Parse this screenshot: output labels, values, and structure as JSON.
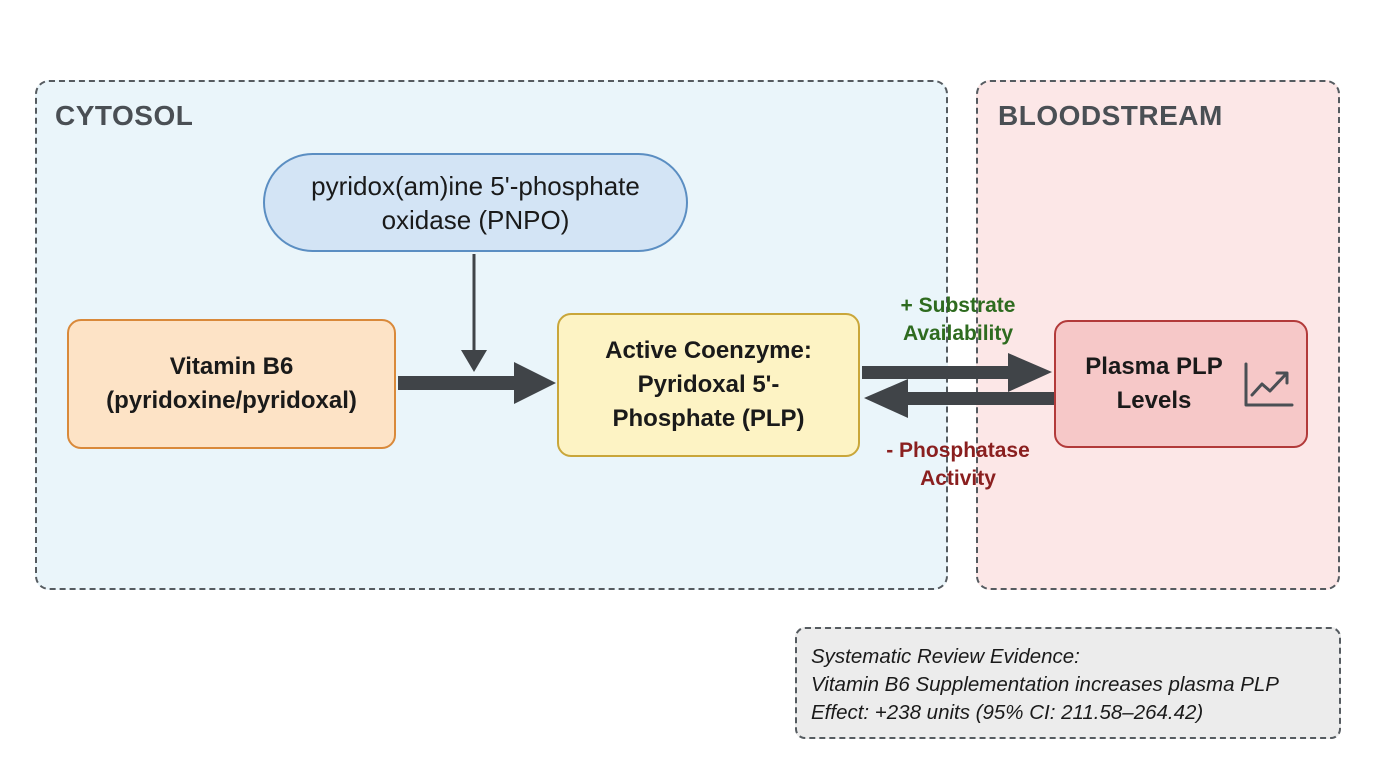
{
  "regions": {
    "cytosol": "CYTOSOL",
    "bloodstream": "BLOODSTREAM"
  },
  "nodes": {
    "enzyme": "pyridox(am)ine 5'-phosphate\noxidase (PNPO)",
    "vitamin_b6": "Vitamin B6\n(pyridoxine/pyridoxal)",
    "plp": "Active Coenzyme:\nPyridoxal 5'-\nPhosphate (PLP)",
    "plasma": "Plasma PLP\nLevels"
  },
  "flow_labels": {
    "substrate": "+ Substrate\nAvailability",
    "phosphatase": "- Phosphatase\nActivity"
  },
  "evidence": {
    "line1": "Systematic Review Evidence:",
    "line2": "Vitamin B6 Supplementation increases plasma PLP",
    "line3": "Effect: +238 units (95% CI: 211.58–264.42)"
  },
  "icons": {
    "plasma_trend": "trending-up-chart-icon"
  },
  "colors": {
    "cytosol_bg": "#eaf5fa",
    "bloodstream_bg": "#fce7e7",
    "arrow": "#404448",
    "substrate_label": "#2e6b1f",
    "phosphatase_label": "#8a1f1f"
  }
}
